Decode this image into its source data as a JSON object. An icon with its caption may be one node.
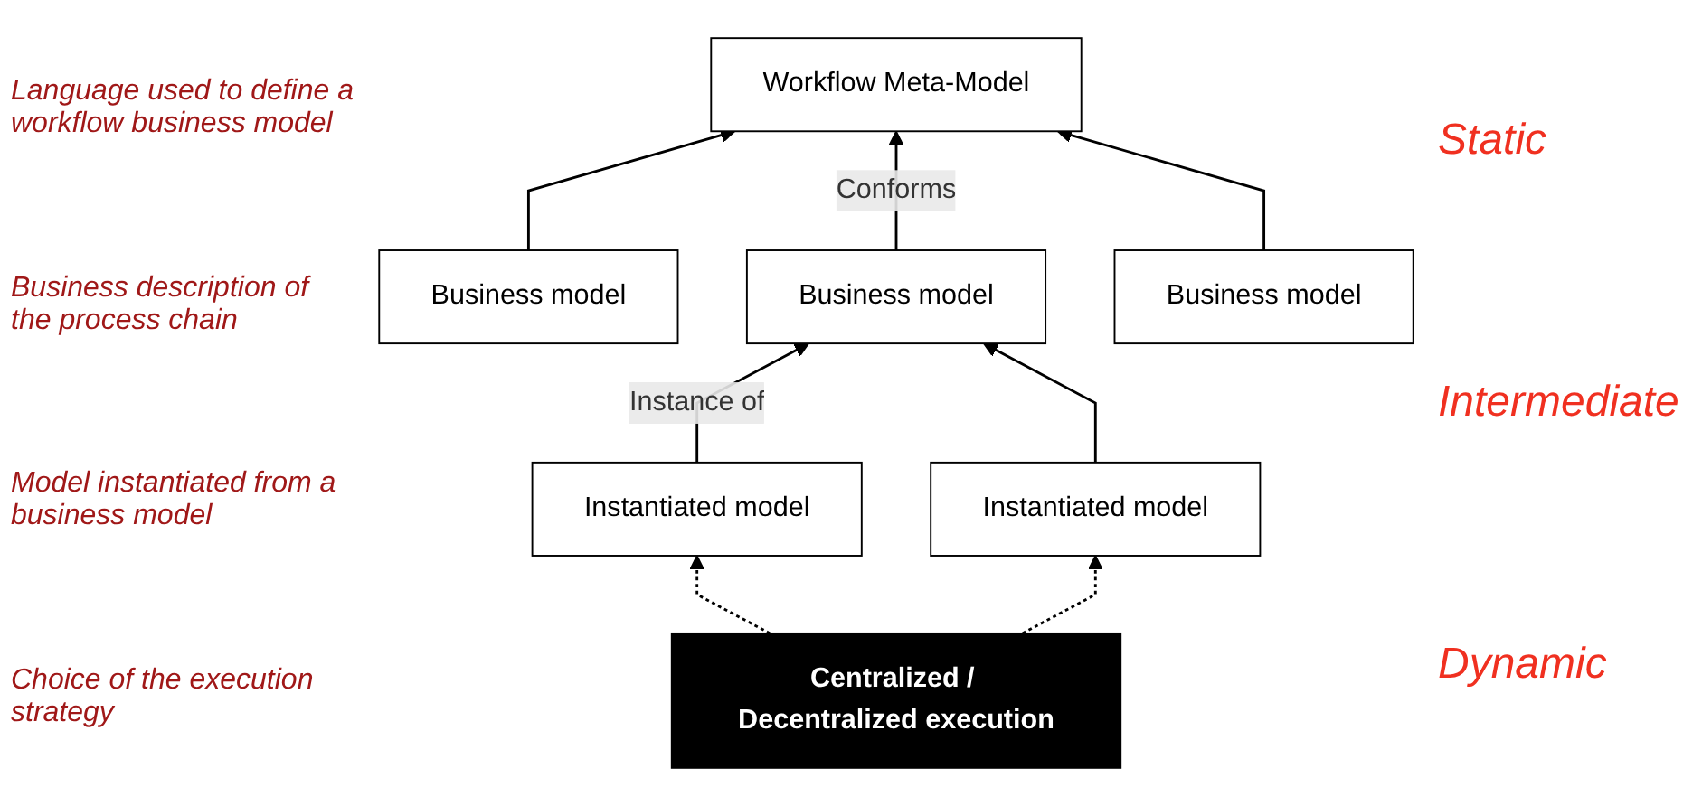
{
  "diagram": {
    "nodes": [
      {
        "text": [
          "Workflow Meta-Model"
        ]
      },
      {
        "text": [
          "Business model"
        ]
      },
      {
        "text": [
          "Business model"
        ]
      },
      {
        "text": [
          "Business model"
        ]
      },
      {
        "text": [
          "Instantiated model"
        ]
      },
      {
        "text": [
          "Instantiated model"
        ]
      },
      {
        "text": [
          "Centralized / Decentralized execution"
        ]
      }
    ],
    "edges": [
      {
        "from": 1,
        "to": 0,
        "arrow": "to"
      },
      {
        "from": 2,
        "to": 0,
        "arrow": "to",
        "label": "Conforms"
      },
      {
        "from": 3,
        "to": 0,
        "arrow": "to"
      },
      {
        "from": 4,
        "to": 2,
        "arrow": "to",
        "label": "Instance of"
      },
      {
        "from": 5,
        "to": 2,
        "arrow": "to"
      },
      {
        "from": 6,
        "to": 4,
        "arrow": "to",
        "style": "dashed"
      },
      {
        "from": 6,
        "to": 5,
        "arrow": "to",
        "style": "dashed"
      }
    ],
    "labels": [
      "Language used to define a workflow business model",
      "Business description of the process chain",
      "Static",
      "Model instantiated from a business model",
      "Intermediate",
      "Choice of the execution strategy",
      "Dynamic"
    ]
  }
}
